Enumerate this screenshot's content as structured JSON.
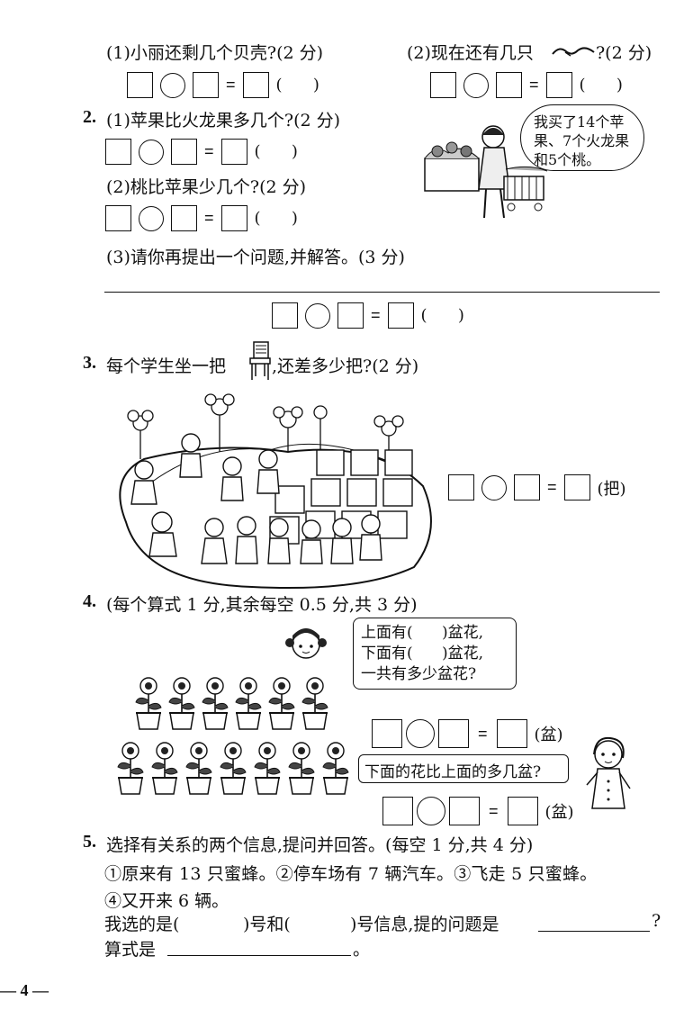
{
  "q1": {
    "part1_question": "(1)小丽还剩几个贝壳?(2 分)",
    "part2_question_a": "(2)现在还有几只",
    "part2_question_b": "?(2 分)",
    "paren": "(      )"
  },
  "q2": {
    "number": "2.",
    "part1": "(1)苹果比火龙果多几个?(2 分)",
    "part2": "(2)桃比苹果少几个?(2 分)",
    "part3": "(3)请你再提出一个问题,并解答。(3 分)",
    "bubble": [
      "我买了14个苹",
      "果、7个火龙果",
      "和5个桃。"
    ],
    "paren": "(      )"
  },
  "q3": {
    "number": "3.",
    "question_a": "每个学生坐一把",
    "question_b": ",还差多少把?(2 分)",
    "unit": "(把)"
  },
  "q4": {
    "number": "4.",
    "question": "(每个算式 1 分,其余每空 0.5 分,共 3 分)",
    "bubble": [
      "上面有(      )盆花,",
      "下面有(      )盆花,",
      "一共有多少盆花?"
    ],
    "unit": "(盆)",
    "bubble2": "下面的花比上面的多几盆?",
    "top_row_count": 6,
    "bottom_row_count": 7
  },
  "q5": {
    "number": "5.",
    "question": "选择有关系的两个信息,提问并回答。(每空 1 分,共 4 分)",
    "info_line1": "①原来有 13 只蜜蜂。②停车场有 7 辆汽车。③飞走 5 只蜜蜂。",
    "info_line2": "④又开来 6 辆。",
    "choose_a": "我选的是(",
    "choose_b": ")号和(",
    "choose_c": ")号信息,提的问题是",
    "choose_d": "?",
    "formula": "算式是",
    "formula_end": "。"
  },
  "footer": {
    "page": "— 4 —"
  }
}
